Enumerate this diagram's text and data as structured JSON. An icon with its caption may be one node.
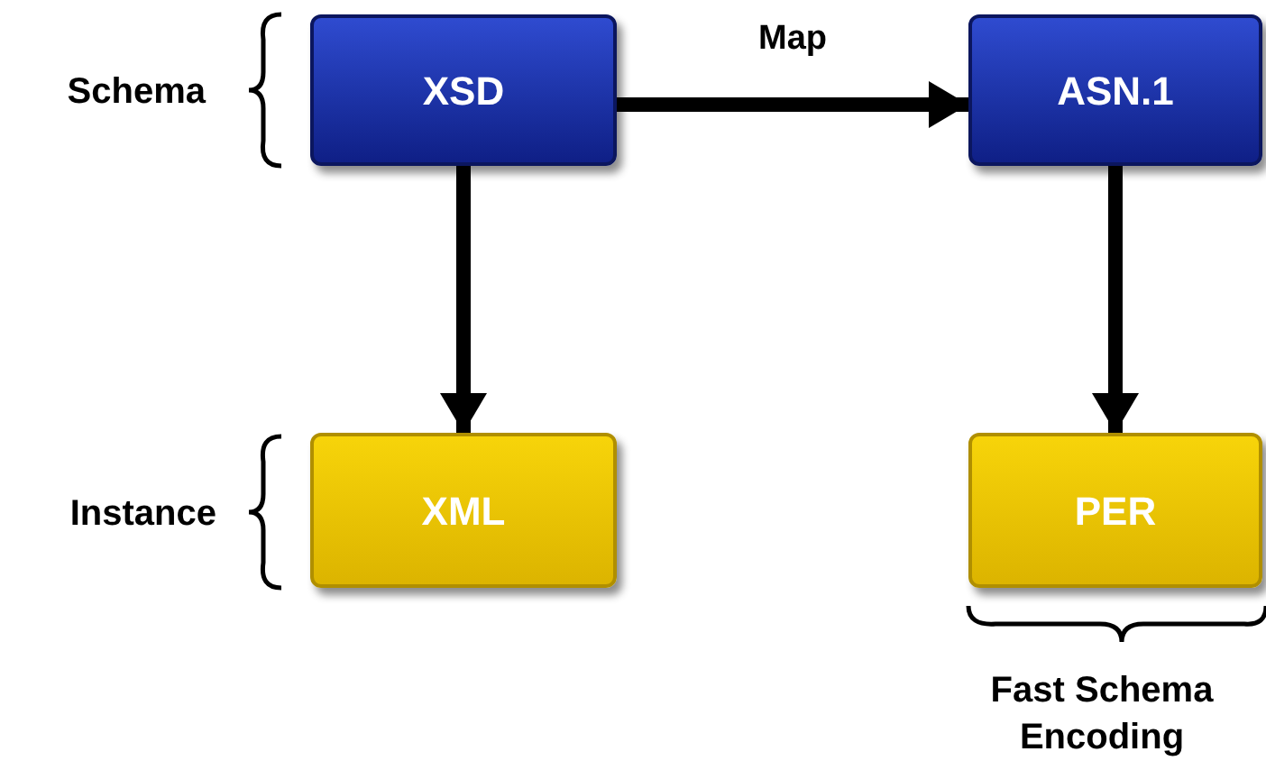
{
  "diagram": {
    "nodes": [
      {
        "text": [
          "XSD"
        ]
      },
      {
        "text": [
          "ASN.1"
        ]
      },
      {
        "text": [
          "XML"
        ]
      },
      {
        "text": [
          "PER"
        ]
      }
    ],
    "edges": [
      {
        "from": 0,
        "to": 1,
        "arrow": "to",
        "label": "Map"
      },
      {
        "from": 0,
        "to": 2,
        "arrow": "to"
      },
      {
        "from": 1,
        "to": 3,
        "arrow": "to"
      }
    ],
    "labels": [
      "Schema",
      "Instance",
      "Fast Schema Encoding"
    ]
  }
}
